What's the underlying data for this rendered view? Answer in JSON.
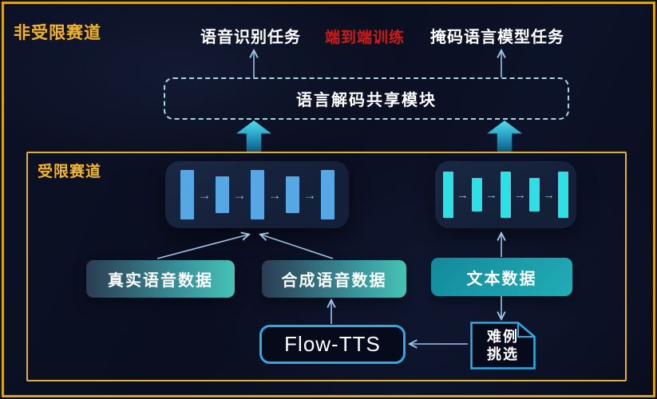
{
  "colors": {
    "background": "#0a0e20",
    "gold_border": "#d8a41c",
    "gold_text": "#f2b32a",
    "red_text": "#cf1a1a",
    "dashed_border": "#a7d6e6",
    "connector": "#9dc2e6",
    "left_bars": "#56a7e4",
    "right_bars": "#2ee0e4",
    "module_bg": "#152039",
    "data_gradient_start": "#2b3c52",
    "data_gradient_end": "#46c2b4",
    "text_data_teal": "#1a9fae",
    "blue_box_border": "#2fa9e0"
  },
  "unrestricted_track": {
    "label": "非受限赛道",
    "tasks": [
      {
        "label": "语音识别任务"
      },
      {
        "label": "端到端训练"
      },
      {
        "label": "掩码语言模型任务"
      }
    ]
  },
  "shared_module": {
    "label": "语言解码共享模块"
  },
  "restricted_track": {
    "label": "受限赛道",
    "encoder_left": {
      "bars": [
        "tall",
        "short",
        "tall",
        "short",
        "tall"
      ]
    },
    "encoder_right": {
      "bars": [
        "tall",
        "short",
        "tall",
        "short",
        "tall"
      ]
    },
    "data_sources": [
      {
        "label": "真实语音数据"
      },
      {
        "label": "合成语音数据"
      },
      {
        "label": "文本数据"
      }
    ],
    "flow_tts": {
      "label": "Flow-TTS"
    },
    "hard_example": {
      "line1": "难例",
      "line2": "挑选"
    }
  }
}
